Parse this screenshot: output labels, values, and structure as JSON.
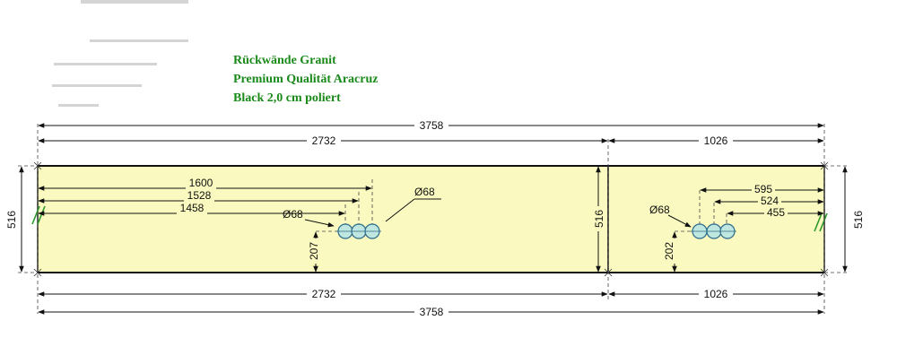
{
  "title": {
    "line1": "Rückwände Granit",
    "line2": "Premium Qualität Aracruz",
    "line3": "Black 2,0 cm poliert"
  },
  "dimensions": {
    "total_top": "3758",
    "total_bottom": "3758",
    "left_width_top": "2732",
    "left_width_bottom": "2732",
    "right_width_top": "1026",
    "right_width_bottom": "1026",
    "height_left": "516",
    "height_middle": "516",
    "height_right": "516",
    "left_hole_offsets": [
      "1600",
      "1528",
      "1458"
    ],
    "left_hole_height": "207",
    "left_diameter_upper": "Ø68",
    "left_diameter_lower": "Ø68",
    "right_hole_offsets": [
      "595",
      "524",
      "455"
    ],
    "right_hole_height": "202",
    "right_diameter": "Ø68"
  },
  "colors": {
    "title": "#1a8a1a",
    "panel_fill": "#fafac0",
    "hole_fill": "#bfe6df"
  }
}
